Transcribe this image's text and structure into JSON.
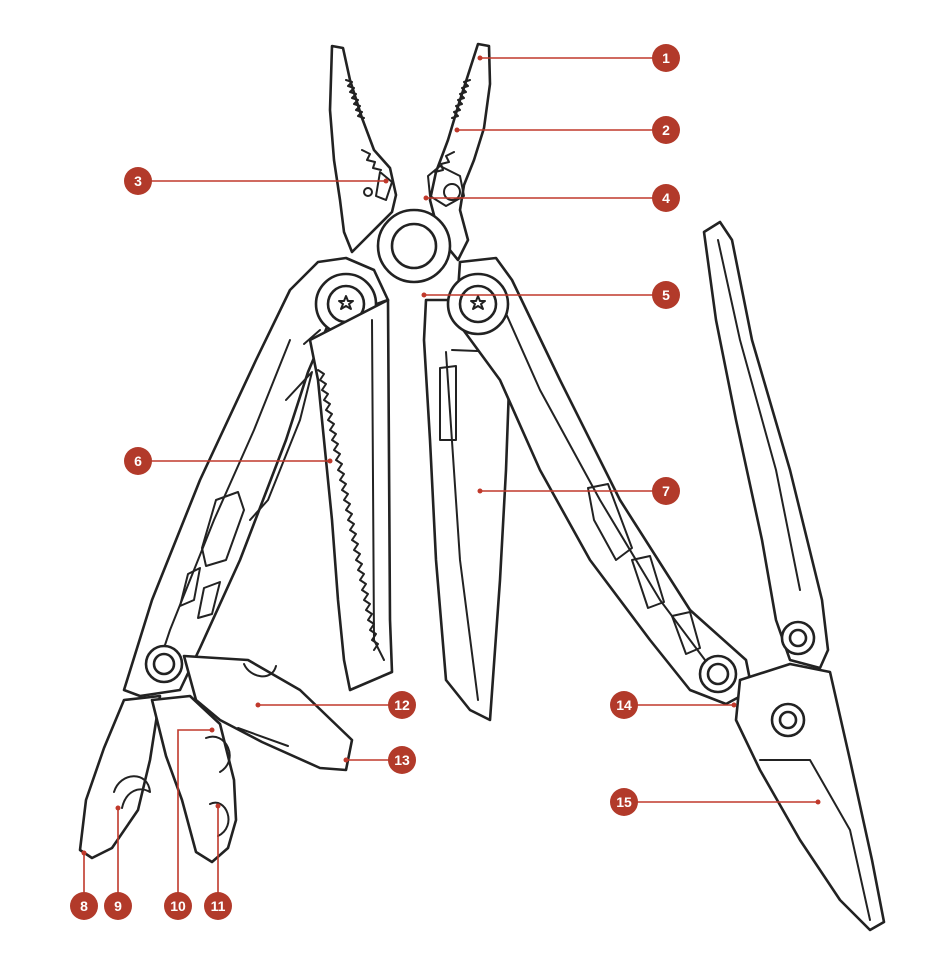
{
  "colors": {
    "accent": "#b23a2a",
    "line": "#222222",
    "background": "#ffffff"
  },
  "callouts": [
    {
      "number": "1"
    },
    {
      "number": "2"
    },
    {
      "number": "3"
    },
    {
      "number": "4"
    },
    {
      "number": "5"
    },
    {
      "number": "6"
    },
    {
      "number": "7"
    },
    {
      "number": "8"
    },
    {
      "number": "9"
    },
    {
      "number": "10"
    },
    {
      "number": "11"
    },
    {
      "number": "12"
    },
    {
      "number": "13"
    },
    {
      "number": "14"
    },
    {
      "number": "15"
    }
  ]
}
